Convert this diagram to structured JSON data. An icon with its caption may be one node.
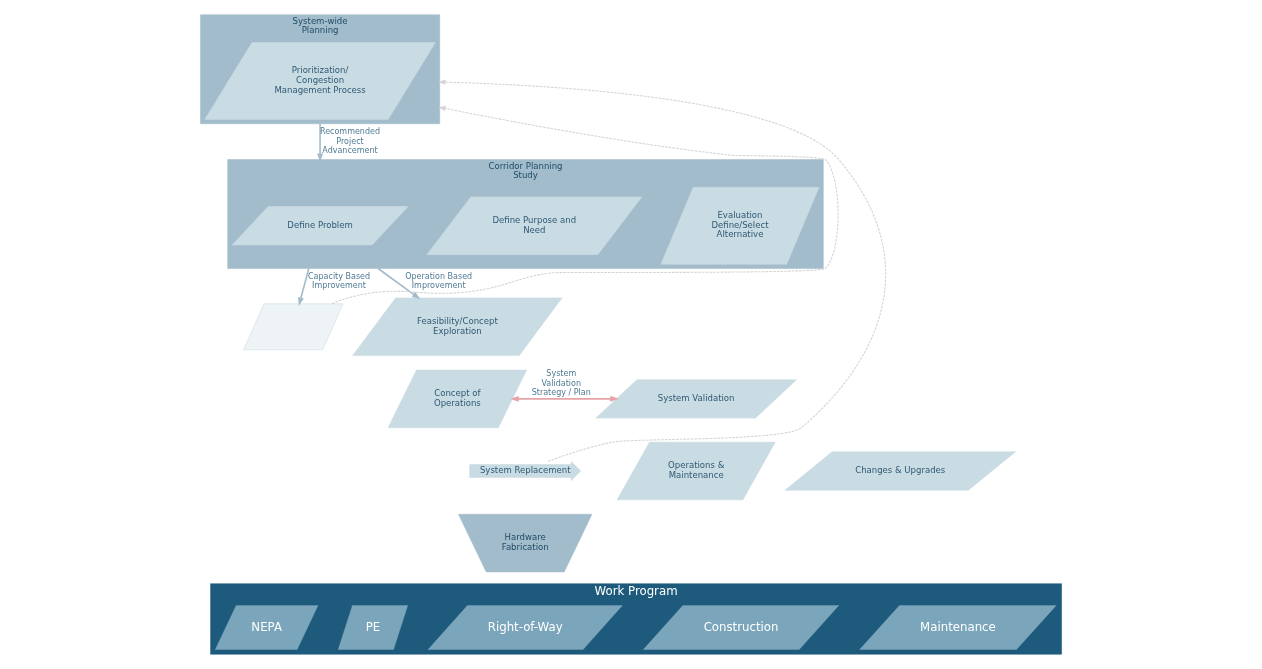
{
  "diagram": {
    "nodes": [
      {
        "text": [
          "System-wide Planning"
        ]
      },
      {
        "text": [
          "Prioritization/ Congestion Management Process"
        ],
        "in": 0
      },
      {
        "text": [
          "Corridor Planning Study"
        ]
      },
      {
        "text": [
          "Define Problem"
        ],
        "in": 2
      },
      {
        "text": [
          "Define Purpose and Need"
        ],
        "in": 2
      },
      {
        "text": [
          "Evaluation",
          "Define/Select Alternative"
        ],
        "in": 2
      },
      {
        "text": [],
        "shape": "box"
      },
      {
        "text": [
          "Feasibility/Concept Exploration"
        ]
      },
      {
        "text": [
          "Concept of Operations"
        ]
      },
      {
        "text": [
          "System Validation"
        ]
      },
      {
        "text": [
          "Operations & Maintenance"
        ]
      },
      {
        "text": [
          "Changes & Upgrades"
        ]
      },
      {
        "text": [
          "System Replacement"
        ]
      },
      {
        "text": [
          "Hardware Fabrication"
        ]
      },
      {
        "text": [
          "Work Program"
        ]
      },
      {
        "text": [
          "NEPA"
        ],
        "in": 14
      },
      {
        "text": [
          "PE"
        ],
        "in": 14
      },
      {
        "text": [
          "Right-of-Way"
        ],
        "in": 14
      },
      {
        "text": [
          "Construction"
        ],
        "in": 14
      },
      {
        "text": [
          "Maintenance"
        ],
        "in": 14
      }
    ],
    "edges": [
      {
        "from": 0,
        "to": 2,
        "arrow": "to",
        "label": "Recommended Project Advancement"
      },
      {
        "from": 2,
        "to": 6,
        "arrow": "to",
        "label": "Capacity Based Improvement"
      },
      {
        "from": 2,
        "to": 7,
        "arrow": "to",
        "label": "Operation Based Improvement"
      },
      {
        "from": 8,
        "to": 9,
        "arrow": "both",
        "label": "System Validation Strategy / Plan",
        "color": "#e5a3a8"
      },
      {
        "from": 6,
        "to": 0,
        "arrow": "to",
        "style": "dashed",
        "color": "#d4d4d4"
      },
      {
        "from": 12,
        "to": 0,
        "arrow": "to",
        "style": "dashed",
        "color": "#d4d4d4"
      }
    ]
  }
}
